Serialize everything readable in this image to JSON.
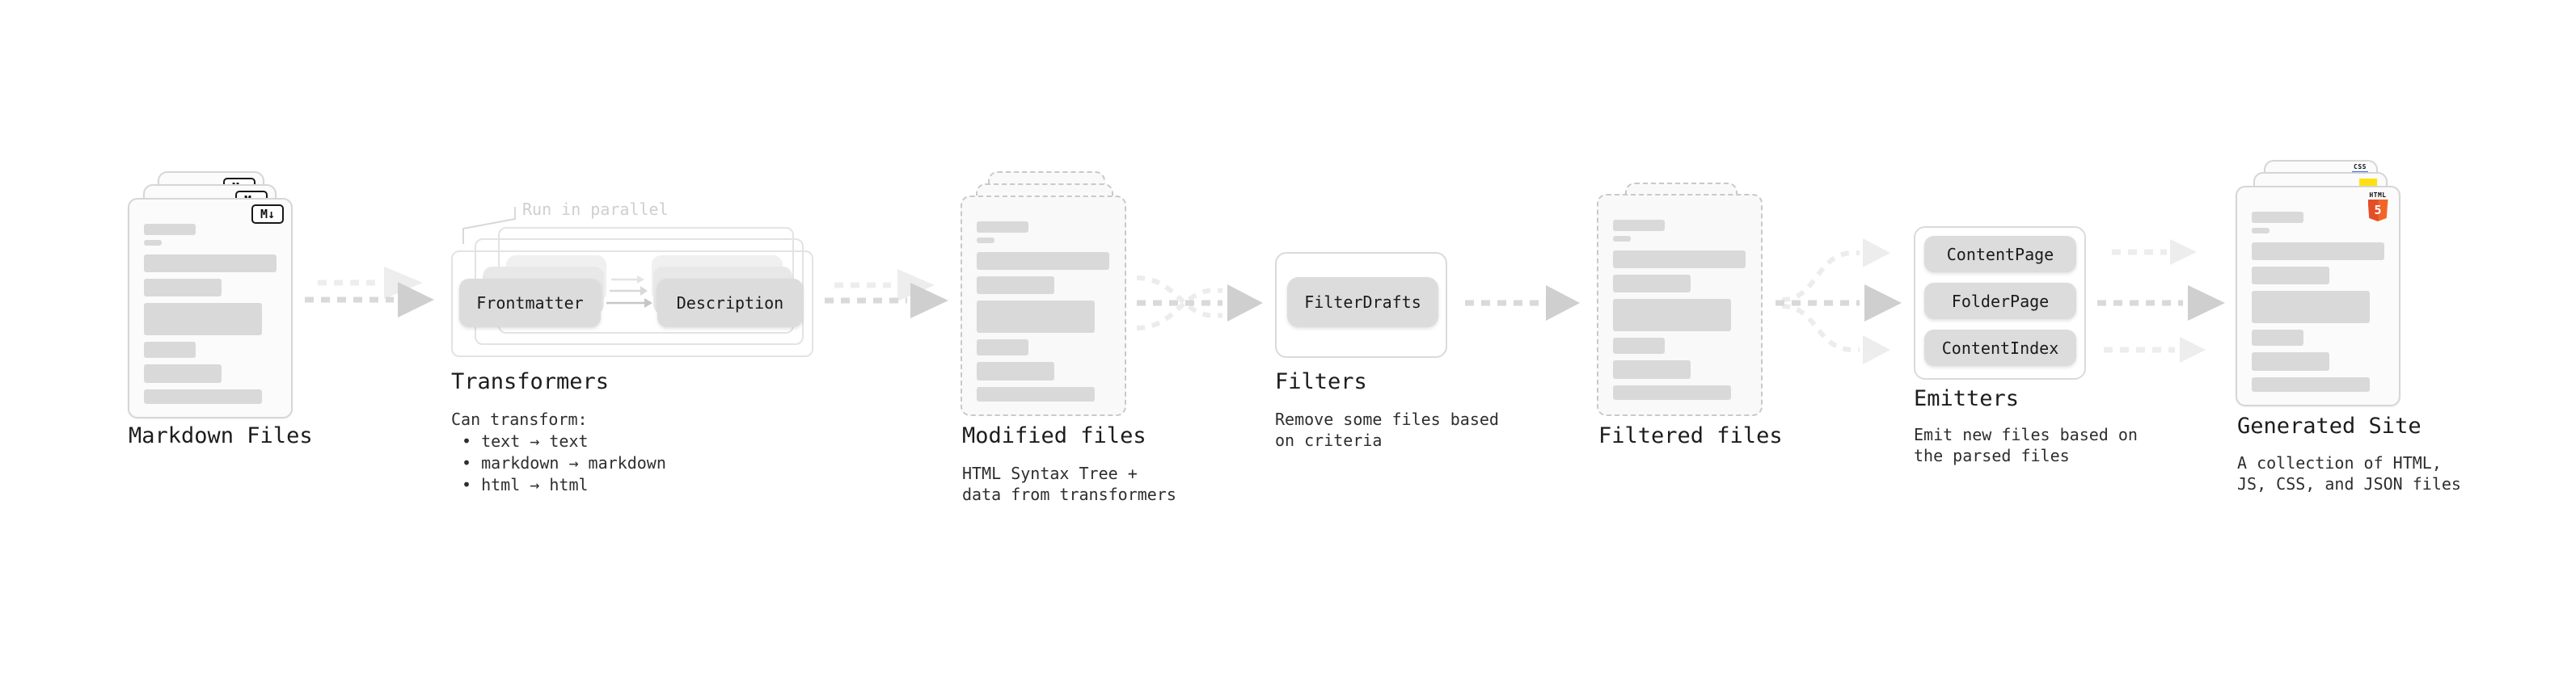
{
  "stations": {
    "markdown_files": {
      "label": "Markdown Files",
      "badge": "M↓"
    },
    "transformers": {
      "title": "Transformers",
      "annotation": "Run in parallel",
      "pill_left": "Frontmatter",
      "pill_right": "Description",
      "desc_heading": "Can transform:",
      "bullets": [
        "• text → text",
        "• markdown → markdown",
        "• html → html"
      ]
    },
    "modified_files": {
      "label": "Modified files",
      "desc_line1": "HTML Syntax Tree +",
      "desc_line2": "data from transformers"
    },
    "filters": {
      "title": "Filters",
      "pill": "FilterDrafts",
      "desc_line1": "Remove some files based",
      "desc_line2": "on criteria"
    },
    "filtered_files": {
      "label": "Filtered files"
    },
    "emitters": {
      "title": "Emitters",
      "pills": [
        "ContentPage",
        "FolderPage",
        "ContentIndex"
      ],
      "desc_line1": "Emit new files based on",
      "desc_line2": "the parsed files"
    },
    "generated_site": {
      "label": "Generated Site",
      "desc_line1": "A collection of HTML,",
      "desc_line2": "JS, CSS, and JSON files",
      "css_badge": "CSS",
      "html_badge_word": "HTML",
      "html_badge_number": "5"
    }
  },
  "colors": {
    "text_primary": "#1c1c1c",
    "text_secondary": "#2e2e2e",
    "annotation_gray": "#cfcfcf",
    "skeleton_gray": "#d9d9d9",
    "pill_gray": "#dcdcdc",
    "arrow_dark": "#d2d2d2",
    "arrow_light": "#ededed",
    "html5_orange_dark": "#e44d26",
    "html5_orange_light": "#f16529",
    "css_blue": "#2f6df6",
    "js_yellow": "#ffe015"
  },
  "doc_skeleton": {
    "bars": [
      {
        "t": 30,
        "w": 64,
        "h": 14
      },
      {
        "t": 50,
        "w": 22,
        "h": 7
      },
      {
        "t": 68,
        "w": 164,
        "h": 22
      },
      {
        "t": 98,
        "w": 96,
        "h": 22
      },
      {
        "t": 128,
        "w": 146,
        "h": 40
      },
      {
        "t": 176,
        "w": 64,
        "h": 20
      },
      {
        "t": 204,
        "w": 96,
        "h": 23
      },
      {
        "t": 235,
        "w": 146,
        "h": 18
      }
    ]
  }
}
